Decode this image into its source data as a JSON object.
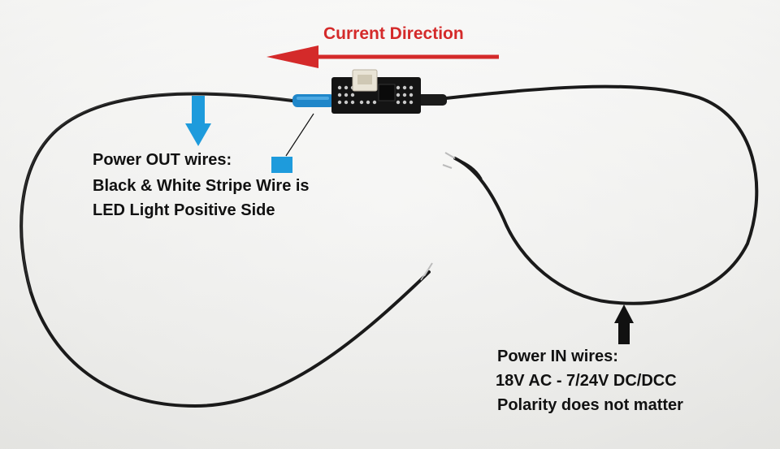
{
  "annotations": {
    "title": "Current Direction",
    "power_out": {
      "line1": "Power OUT wires:",
      "line2": "Black & White Stripe   Wire is",
      "line3": "LED Light Positive Side"
    },
    "power_in": {
      "line1": "Power IN wires:",
      "line2": "18V AC - 7/24V DC/DCC",
      "line3": "Polarity does not matter"
    }
  },
  "colors": {
    "title_red": "#d42a2a",
    "arrow_blue": "#1e9bdc",
    "arrow_black": "#111111",
    "wire": "#161616",
    "board": "#151515"
  }
}
